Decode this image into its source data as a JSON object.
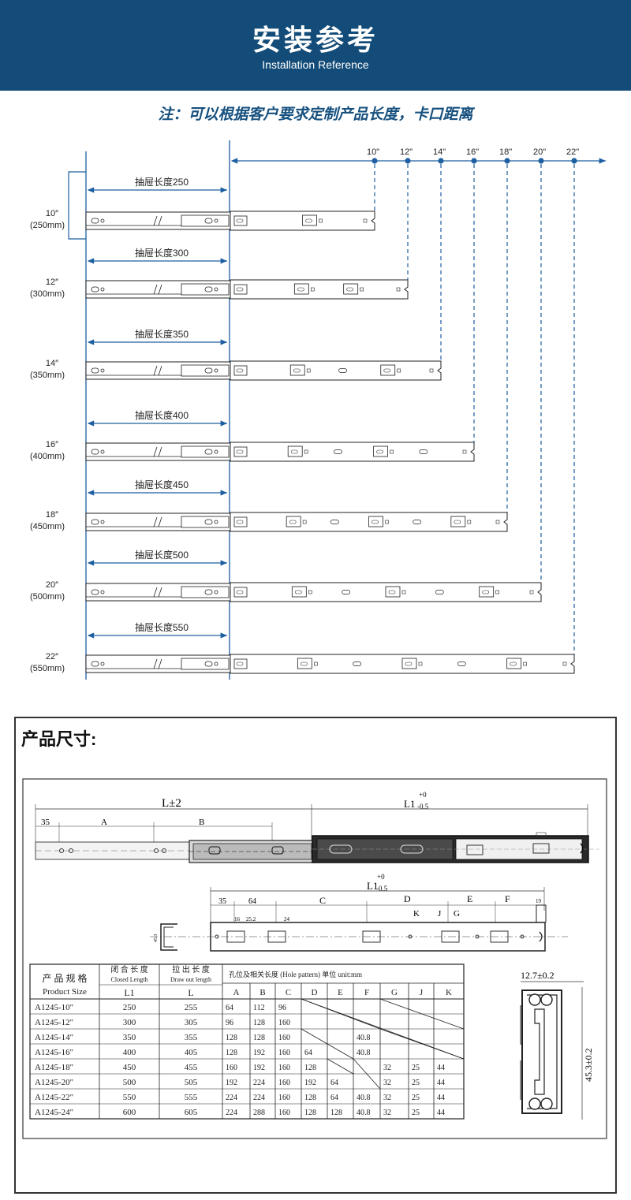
{
  "header": {
    "title": "安装参考",
    "subtitle": "Installation Reference",
    "bg_color": "#134c78"
  },
  "note": "注：可以根据客户要求定制产品长度，卡口距离",
  "scale_marks": [
    "10\"",
    "12\"",
    "14\"",
    "16\"",
    "18\"",
    "20\"",
    "22\""
  ],
  "slides": [
    {
      "size": "10″",
      "mm": "(250mm)",
      "drawer_label": "抽屉长度250"
    },
    {
      "size": "12″",
      "mm": "(300mm)",
      "drawer_label": "抽屉长度300"
    },
    {
      "size": "14″",
      "mm": "(350mm)",
      "drawer_label": "抽屉长度350"
    },
    {
      "size": "16″",
      "mm": "(400mm)",
      "drawer_label": "抽屉长度400"
    },
    {
      "size": "18″",
      "mm": "(450mm)",
      "drawer_label": "抽屉长度450"
    },
    {
      "size": "20″",
      "mm": "(500mm)",
      "drawer_label": "抽屉长度500"
    },
    {
      "size": "22″",
      "mm": "(550mm)",
      "drawer_label": "抽屉长度550"
    }
  ],
  "product_dims": {
    "heading": "产品尺寸:",
    "top_labels": {
      "l_pm2": "L±2",
      "l1": "L1",
      "l1_tol_plus": "+0",
      "l1_tol_minus": "-0.5",
      "d35": "35",
      "a": "A",
      "b": "B"
    },
    "mid_labels": {
      "l1": "L1",
      "l1_tol_plus": "+0",
      "l1_tol_minus": "-0.5",
      "d35": "35",
      "d64": "64",
      "c": "C",
      "d": "D",
      "e": "E",
      "f": "F",
      "k": "K",
      "j": "J",
      "g": "G",
      "d16": "16",
      "d25": "25.2",
      "d24": "24",
      "d19": "19",
      "d45": "45.3"
    },
    "cross_section": {
      "width": "12.7±0.2",
      "height": "45.3±0.2"
    }
  },
  "table": {
    "h_spec_cn": "产 品 规 格",
    "h_spec_en": "Product Size",
    "h_closed_cn": "闭 合 长 度",
    "h_closed_en": "Closed Length",
    "h_closed_sym": "L1",
    "h_draw_cn": "拉 出 长 度",
    "h_draw_en": "Draw out length",
    "h_draw_sym": "L",
    "h_hole": "孔位及相关长度 (Hole pattern)  单位 unit:mm",
    "cols": [
      "A",
      "B",
      "C",
      "D",
      "E",
      "F",
      "G",
      "J",
      "K"
    ],
    "rows": [
      {
        "spec": "A1245-10″",
        "l1": "250",
        "l": "255",
        "cells": [
          "64",
          "112",
          "96",
          "",
          "",
          "",
          "",
          "",
          ""
        ]
      },
      {
        "spec": "A1245-12″",
        "l1": "300",
        "l": "305",
        "cells": [
          "96",
          "128",
          "160",
          "",
          "",
          "",
          "",
          "",
          ""
        ]
      },
      {
        "spec": "A1245-14″",
        "l1": "350",
        "l": "355",
        "cells": [
          "128",
          "128",
          "160",
          "",
          "",
          "40.8",
          "",
          "",
          ""
        ]
      },
      {
        "spec": "A1245-16″",
        "l1": "400",
        "l": "405",
        "cells": [
          "128",
          "192",
          "160",
          "64",
          "",
          "40.8",
          "",
          "",
          ""
        ]
      },
      {
        "spec": "A1245-18″",
        "l1": "450",
        "l": "455",
        "cells": [
          "160",
          "192",
          "160",
          "128",
          "",
          "",
          "32",
          "25",
          "44"
        ]
      },
      {
        "spec": "A1245-20″",
        "l1": "500",
        "l": "505",
        "cells": [
          "192",
          "224",
          "160",
          "192",
          "64",
          "",
          "32",
          "25",
          "44"
        ]
      },
      {
        "spec": "A1245-22″",
        "l1": "550",
        "l": "555",
        "cells": [
          "224",
          "224",
          "160",
          "128",
          "64",
          "40.8",
          "32",
          "25",
          "44"
        ]
      },
      {
        "spec": "A1245-24″",
        "l1": "600",
        "l": "605",
        "cells": [
          "224",
          "288",
          "160",
          "128",
          "128",
          "40.8",
          "32",
          "25",
          "44"
        ]
      }
    ]
  }
}
